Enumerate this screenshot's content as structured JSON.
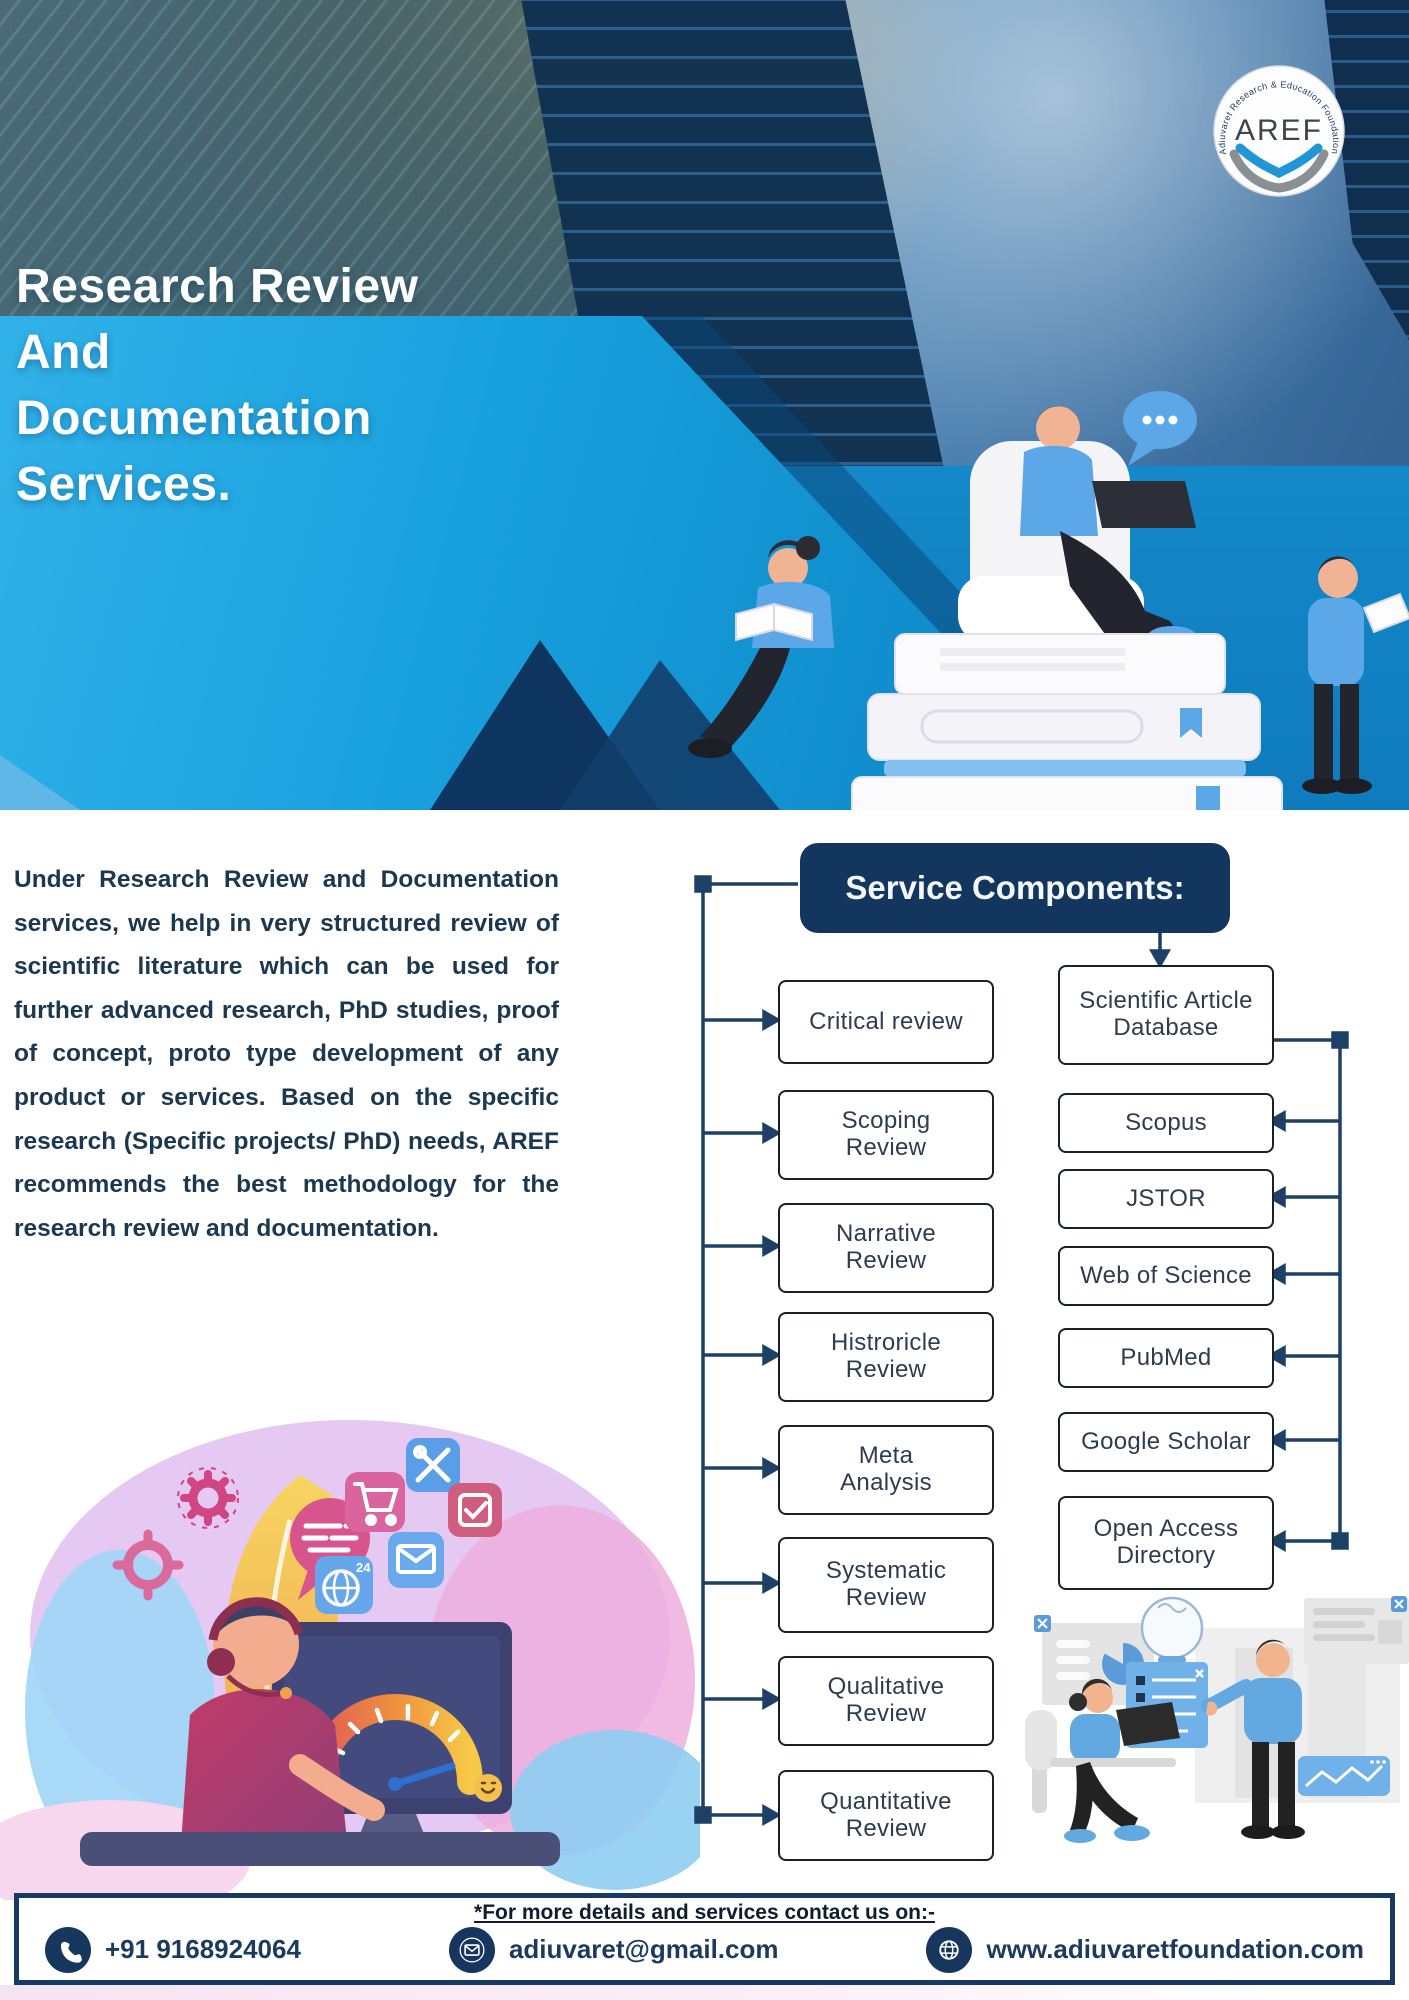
{
  "hero": {
    "title_lines": [
      "Research Review",
      "And",
      "Documentation",
      "Services."
    ],
    "logo": {
      "organization": "Adiuvaret Research & Education Foundation",
      "acronym": "AREF"
    }
  },
  "intro": {
    "paragraph": "Under Research Review and Documentation services, we help in very structured review of scientific literature which can be used for further advanced research, PhD studies, proof of concept, proto type development of any product or services. Based on the specific research (Specific projects/ PhD) needs, AREF recommends the best methodology for the research review and documentation."
  },
  "flowchart": {
    "header": "Service Components:",
    "review_types": [
      "Critical review",
      "Scoping Review",
      "Narrative Review",
      "Histroricle Review",
      "Meta Analysis",
      "Systematic Review",
      "Qualitative Review",
      "Quantitative Review"
    ],
    "database_parent": "Scientific Article Database",
    "databases": [
      "Scopus",
      "JSTOR",
      "Web of Science",
      "PubMed",
      "Google Scholar",
      "Open Access Directory"
    ]
  },
  "footer": {
    "note": "*For more details and services contact us on:-",
    "phone": "+91  9168924064",
    "email": "adiuvaret@gmail.com",
    "website": "www.adiuvaretfoundation.com",
    "icons": [
      "phone-icon",
      "email-icon",
      "globe-icon"
    ]
  },
  "colors": {
    "banner_blue": "#18a0dd",
    "navy": "#13365e",
    "box_border": "#1b2026",
    "text_navy": "#1c3850",
    "connector": "#1d4066"
  }
}
